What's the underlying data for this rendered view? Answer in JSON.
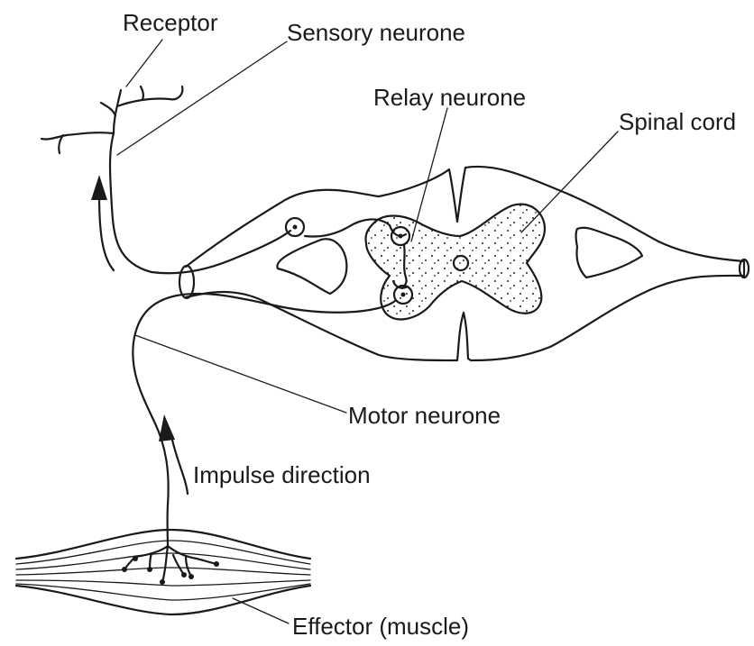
{
  "labels": {
    "receptor": "Receptor",
    "sensory_neurone": "Sensory neurone",
    "relay_neurone": "Relay neurone",
    "spinal_cord": "Spinal cord",
    "motor_neurone": "Motor neurone",
    "impulse_direction": "Impulse direction",
    "effector": "Effector (muscle)"
  }
}
